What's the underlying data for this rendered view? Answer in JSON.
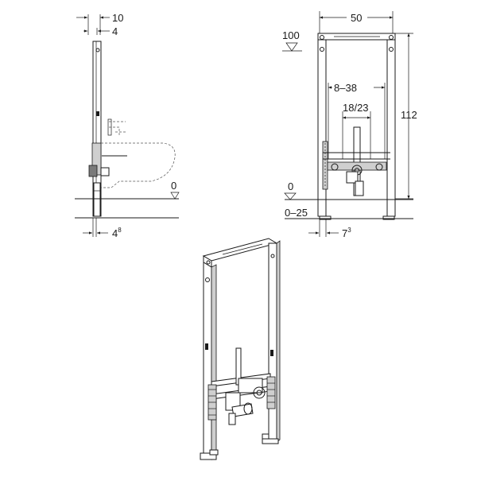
{
  "side_view": {
    "dim_top_outer": "10",
    "dim_top_inner": "4",
    "level_zero": "0",
    "dim_bottom_base": "4",
    "dim_bottom_exp": "8"
  },
  "front_view": {
    "width": "50",
    "level_top": "100",
    "spacing_range": "8–38",
    "center_range": "18/23",
    "height": "112",
    "level_zero": "0",
    "adjust_range": "0–25",
    "dim_bottom_base": "7",
    "dim_bottom_exp": "3"
  }
}
